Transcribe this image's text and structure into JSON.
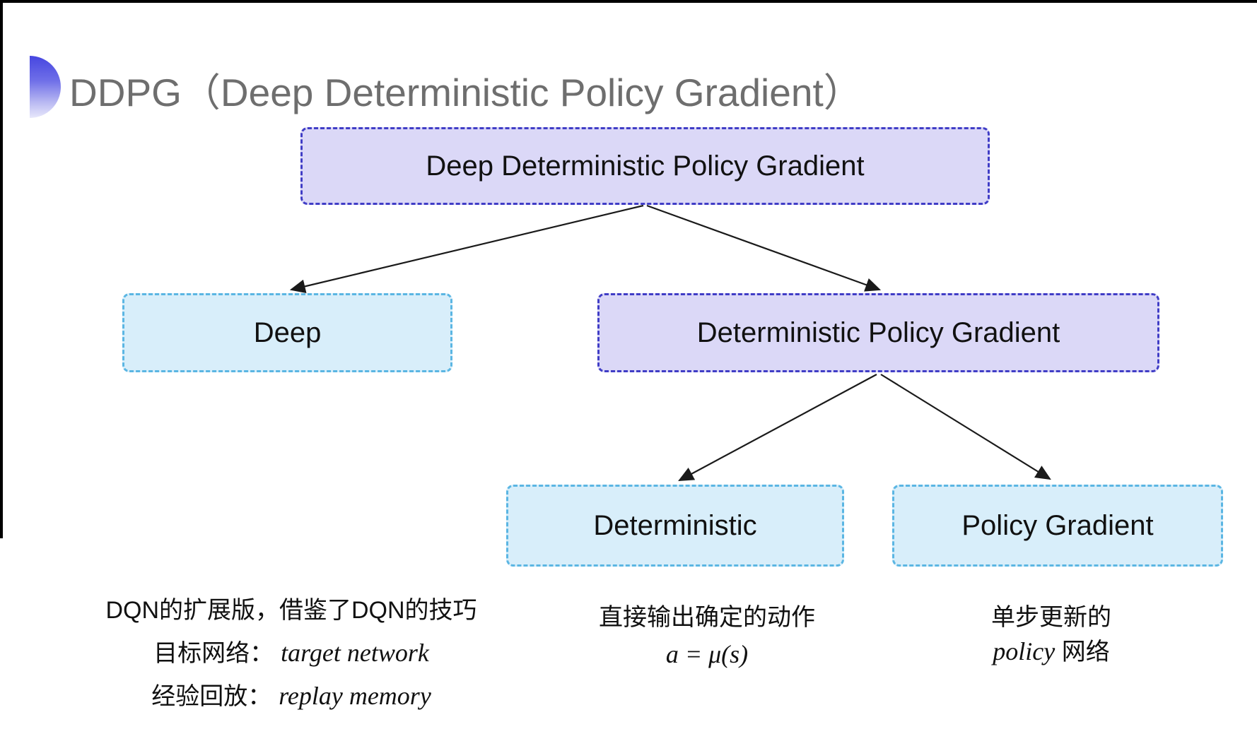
{
  "title": "DDPG（Deep Deterministic Policy Gradient）",
  "tree": {
    "root": "Deep Deterministic Policy Gradient",
    "deep": "Deep",
    "dpg": "Deterministic Policy Gradient",
    "deterministic": "Deterministic",
    "policy_gradient": "Policy Gradient"
  },
  "notes": {
    "deep": {
      "line1": "DQN的扩展版，借鉴了DQN的技巧",
      "line2_label": "目标网络：",
      "line2_term": "target network",
      "line3_label": "经验回放：",
      "line3_term": "replay memory"
    },
    "deterministic": {
      "line1": "直接输出确定的动作",
      "formula": "a = μ(s)"
    },
    "policy_gradient": {
      "line1": "单步更新的",
      "term": "policy",
      "suffix": " 网络"
    }
  },
  "colors": {
    "purple_fill": "#dbd8f7",
    "purple_border": "#403dc6",
    "cyan_fill": "#d8eefa",
    "cyan_border": "#5bb6e3",
    "title_gray": "#6e6e6e",
    "bullet_blue": "#4646e0",
    "arrow_black": "#1a1a1a"
  }
}
